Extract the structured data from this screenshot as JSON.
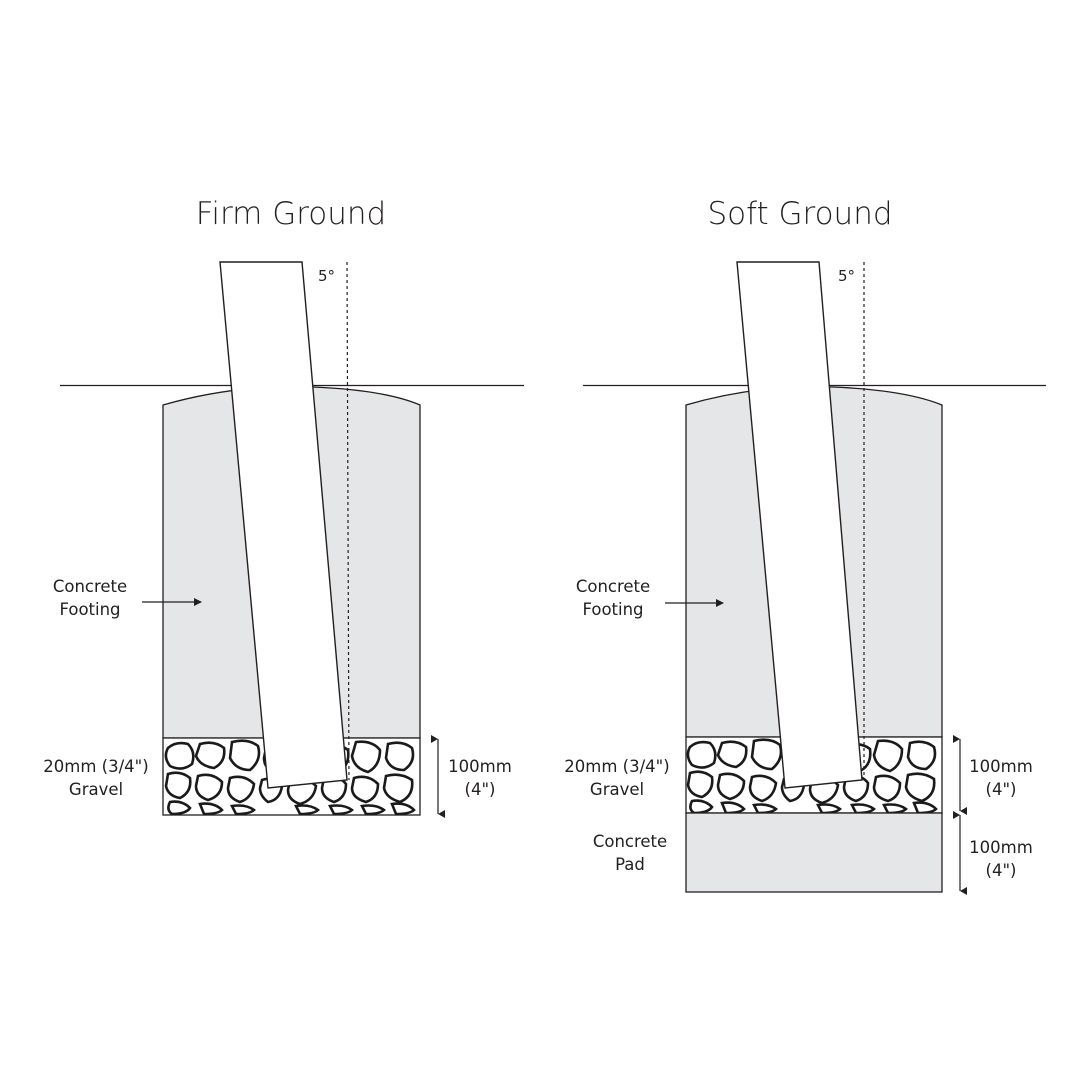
{
  "panels": [
    {
      "title": "Firm Ground",
      "angle": "5°",
      "footing_label": [
        "Concrete",
        "Footing"
      ],
      "gravel_label": [
        "20mm (3/4\")",
        "Gravel"
      ],
      "gravel_depth": [
        "100mm",
        "(4\")"
      ]
    },
    {
      "title": "Soft Ground",
      "angle": "5°",
      "footing_label": [
        "Concrete",
        "Footing"
      ],
      "gravel_label": [
        "20mm (3/4\")",
        "Gravel"
      ],
      "gravel_depth": [
        "100mm",
        "(4\")"
      ],
      "pad_label": [
        "Concrete",
        "Pad"
      ],
      "pad_depth": [
        "100mm",
        "(4\")"
      ]
    }
  ],
  "colors": {
    "concrete": "#e5e6e8",
    "line": "#231f20",
    "post": "#ffffff"
  }
}
